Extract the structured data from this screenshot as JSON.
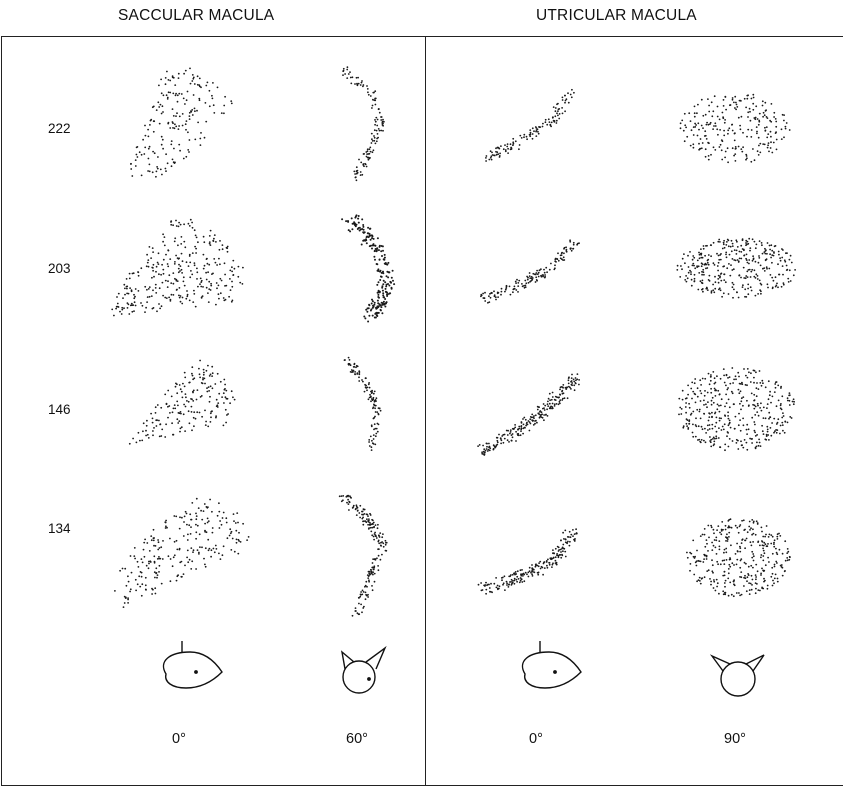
{
  "headings": {
    "left": "SACCULAR MACULA",
    "right": "UTRICULAR MACULA"
  },
  "row_labels": [
    "222",
    "203",
    "146",
    "134"
  ],
  "view_angles": [
    "0°",
    "60°",
    "0°",
    "90°"
  ]
}
